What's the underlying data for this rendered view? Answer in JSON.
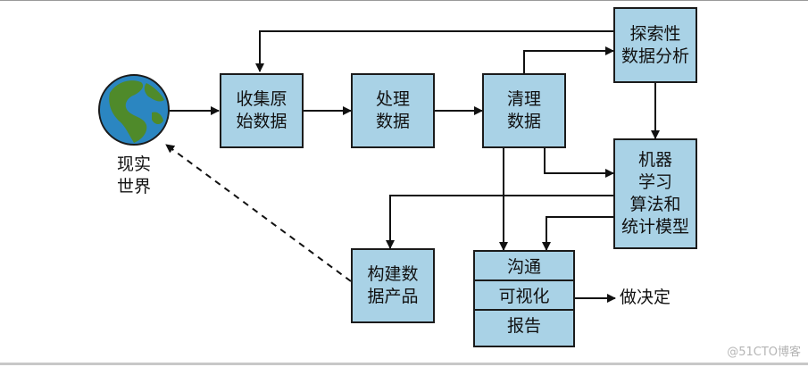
{
  "diagram": {
    "globe_label": "现实\n世界",
    "nodes": {
      "collect": "收集原\n始数据",
      "process": "处理\n数据",
      "clean": "清理\n数据",
      "explore": "探索性\n数据分析",
      "ml": "机器\n学习\n算法和\n统计模型",
      "build": "构建数\n据产品"
    },
    "communicate_cells": [
      "沟通",
      "可视化",
      "报告"
    ],
    "decide": "做决定"
  },
  "watermark": "@51CTO博客",
  "colors": {
    "box_fill": "#a9d2e6",
    "stroke": "#1b1b1b",
    "globe_ocean": "#2b86c1",
    "globe_land": "#4f8a2a"
  }
}
